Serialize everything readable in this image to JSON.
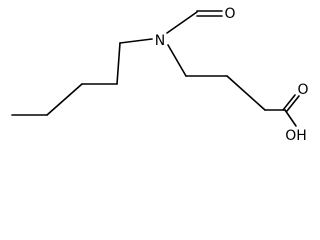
{
  "molecule": {
    "atom_labels": {
      "nitrogen": "N",
      "nitroso_oxygen": "O",
      "carbonyl_oxygen": "O",
      "hydroxyl": "OH"
    }
  }
}
